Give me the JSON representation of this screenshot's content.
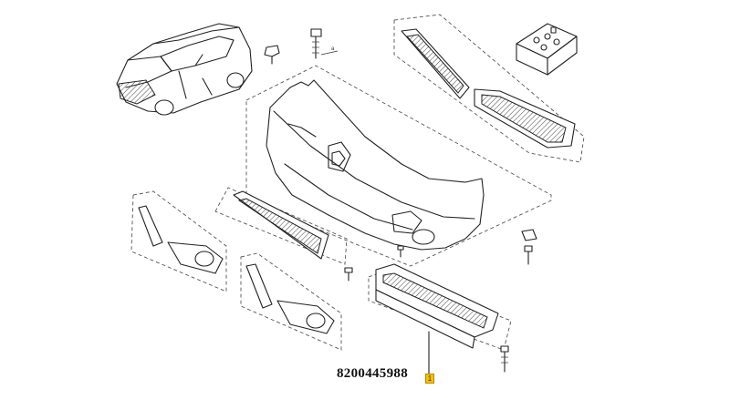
{
  "part_number": "8200445988",
  "callout_number": "1",
  "colors": {
    "line": "#222222",
    "callout": "#f5c000",
    "background": "#ffffff"
  },
  "parts": [
    "car-overview",
    "front-bumper-cover",
    "bumper-reinforcement-beam",
    "center-grille",
    "left-fog-lamp-bezel",
    "right-fog-lamp-bezel",
    "bumper-side-brackets",
    "clip-kit-box",
    "screws-and-clips"
  ]
}
